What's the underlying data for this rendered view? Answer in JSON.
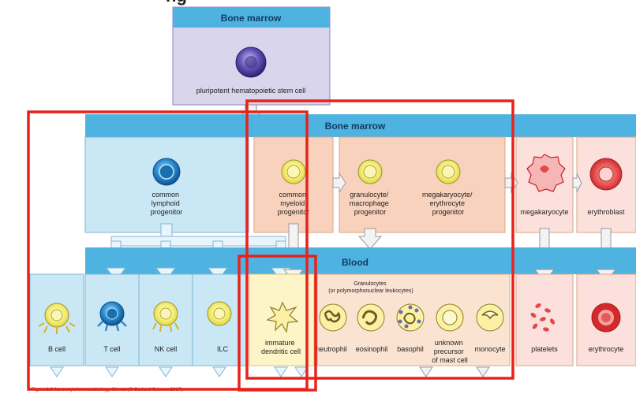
{
  "header": {
    "top_bone_marrow": "Bone marrow",
    "stem_cell": "pluripotent hematopoietic stem cell",
    "mid_bone_marrow": "Bone marrow",
    "blood": "Blood"
  },
  "progenitors": {
    "lymphoid": [
      "common",
      "lymphoid",
      "progenitor"
    ],
    "myeloid": [
      "common",
      "myeloid",
      "progenitor"
    ],
    "granulocyte_macrophage": [
      "granulocyte/",
      "macrophage",
      "progenitor"
    ],
    "megakaryocyte_erythrocyte": [
      "megakaryocyte/",
      "erythrocyte",
      "progenitor"
    ],
    "megakaryocyte": "megakaryocyte",
    "erythroblast": "erythroblast"
  },
  "lymphocytes": {
    "b_cell": "B cell",
    "t_cell": "T cell",
    "nk_cell": "NK cell",
    "ilc": "ILC"
  },
  "dendritic": [
    "immature",
    "dendritic cell"
  ],
  "granulocytes_title": [
    "Granulocytes",
    "(or polymorphonuclear leukocytes)"
  ],
  "myeloid_cells": {
    "neutrophil": "neutrophil",
    "eosinophil": "eosinophil",
    "basophil": "basophil",
    "mast_precursor": [
      "unknown",
      "precursor",
      "of mast cell"
    ],
    "monocyte": "monocyte",
    "platelets": "platelets",
    "erythrocyte": "erythrocyte"
  },
  "footer_caption": "Figure 1.3 Janeway's Immunobiology, 9th ed. (© Garland Science 2017)",
  "colors": {
    "banner": "#4fb3e2",
    "lymphoid_panel": "#c9e7f5",
    "myeloid_panel": "#f9d2bd",
    "dendritic_panel": "#fdf4c8",
    "red_panel": "#fbe0dc",
    "stem_box": "#d8d5ec",
    "highlight": "#e8221b"
  }
}
